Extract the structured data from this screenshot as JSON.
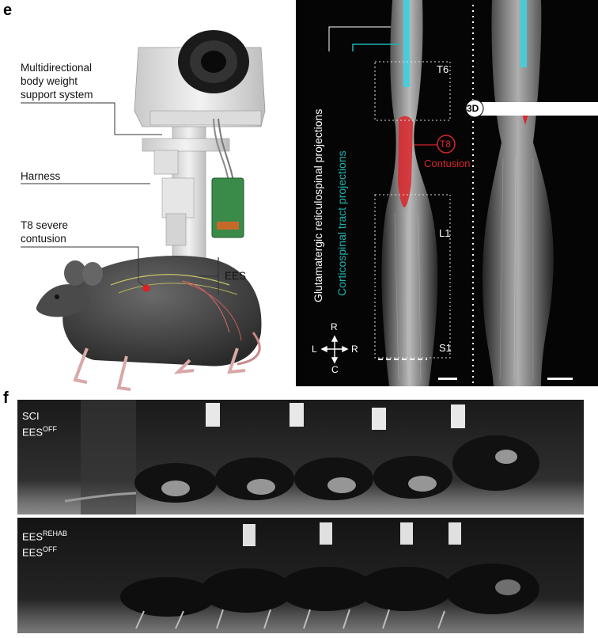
{
  "panel_e": {
    "letter": "e",
    "labels": {
      "support": "Multidirectional body weight support system",
      "support_l1": "Multidirectional",
      "support_l2": "body weight",
      "support_l3": "support system",
      "harness": "Harness",
      "contusion_l1": "T8 severe",
      "contusion_l2": "contusion",
      "ees": "EES"
    },
    "micro": {
      "vert_glut": "Glutamatergic reticulospinal projections",
      "vert_cort": "Corticospinal tract projections",
      "t6": "T6",
      "t8": "T8",
      "contusion": "Contusion",
      "l1": "L1",
      "s1": "S1",
      "threeD": "3D",
      "compass": {
        "up": "R",
        "down": "C",
        "left": "L",
        "right": "R"
      }
    },
    "colors": {
      "teal": "#1fb5b0",
      "cyan": "#3fd0e0",
      "red": "#d8262a",
      "white": "#ffffff"
    }
  },
  "panel_f": {
    "letter": "f",
    "strip1": {
      "l1": "SCI",
      "l2_base": "EES",
      "l2_sup": "OFF"
    },
    "strip2": {
      "l1_base": "EES",
      "l1_sup": "REHAB",
      "l2_base": "EES",
      "l2_sup": "OFF"
    }
  }
}
